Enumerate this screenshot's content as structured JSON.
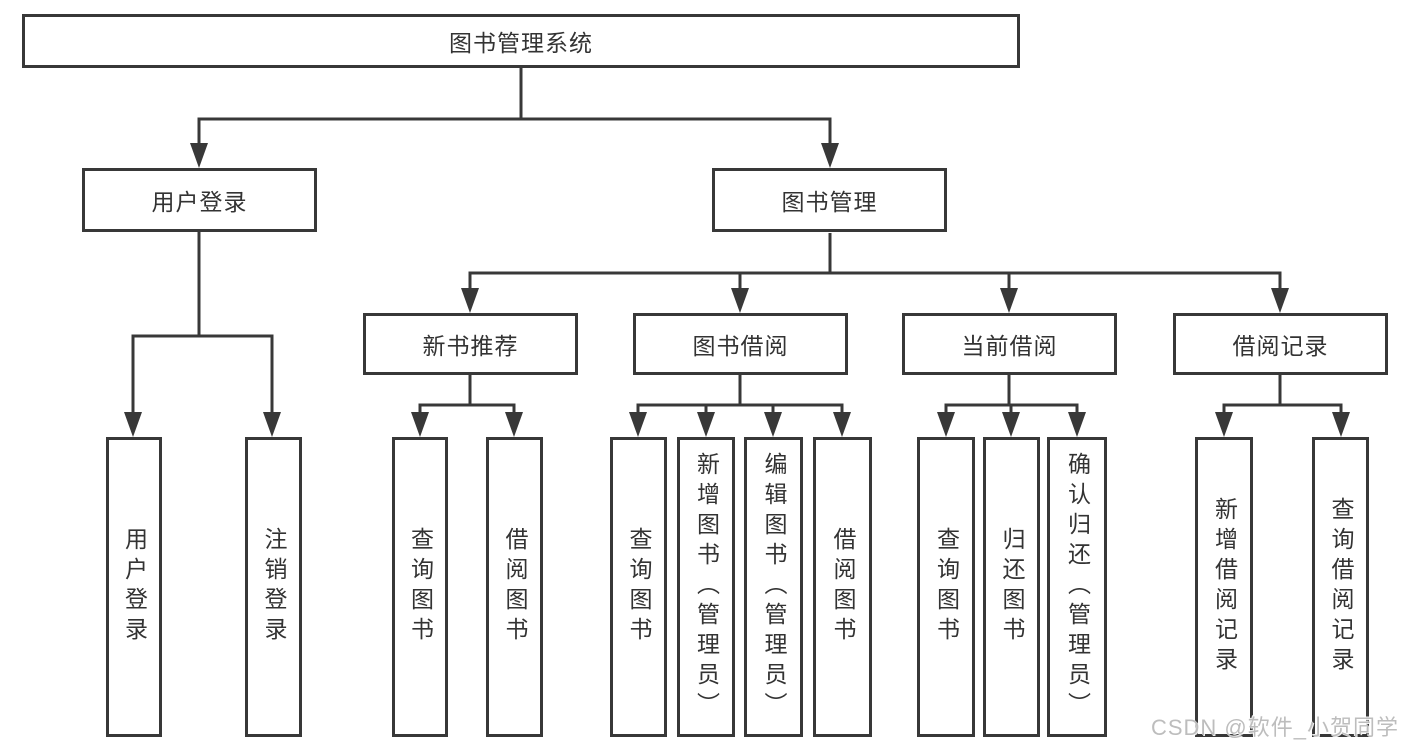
{
  "diagram": {
    "root": {
      "label": "图书管理系统"
    },
    "level2": [
      {
        "label": "用户登录"
      },
      {
        "label": "图书管理"
      }
    ],
    "level3": [
      {
        "label": "新书推荐"
      },
      {
        "label": "图书借阅"
      },
      {
        "label": "当前借阅"
      },
      {
        "label": "借阅记录"
      }
    ],
    "leaves": {
      "user_login": [
        "用户登录",
        "注销登录"
      ],
      "new_books": [
        "查询图书",
        "借阅图书"
      ],
      "book_borrow": [
        "查询图书",
        "新增图书（管理员）",
        "编辑图书（管理员）",
        "借阅图书"
      ],
      "current_borrow": [
        "查询图书",
        "归还图书",
        "确认归还（管理员）"
      ],
      "borrow_records": [
        "新增借阅记录",
        "查询借阅记录"
      ]
    }
  },
  "watermark": {
    "text": "CSDN @软件_小贺同学",
    "color": "#bdbdbd"
  },
  "colors": {
    "line": "#383838",
    "border": "#383838",
    "text": "#333333",
    "background": "#ffffff"
  }
}
